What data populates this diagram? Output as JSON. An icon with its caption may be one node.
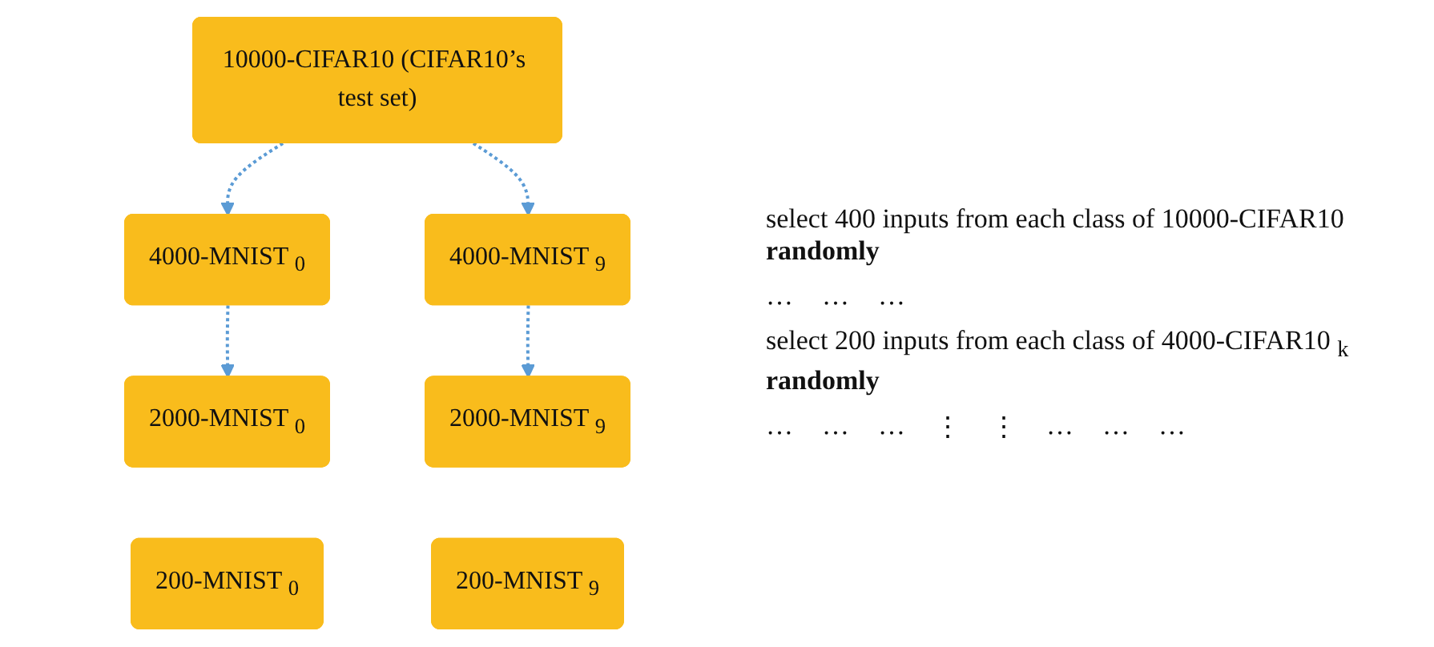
{
  "diagram": {
    "nodes": [
      {
        "text": [
          "10000-CIFAR10 (CIFAR10’s test set)"
        ]
      },
      {
        "text": [
          "4000-MNIST $_{0}$"
        ]
      },
      {
        "text": [
          "4000-MNIST $_{9}$"
        ]
      },
      {
        "text": [
          "2000-MNIST $_{0}$"
        ]
      },
      {
        "text": [
          "2000-MNIST $_{9}$"
        ]
      },
      {
        "text": [
          "200-MNIST $_{0}$"
        ]
      },
      {
        "text": [
          "200-MNIST $_{9}$"
        ]
      }
    ],
    "edges": [
      {
        "from": 0,
        "to": 1,
        "arrow": "to",
        "style": "dashed"
      },
      {
        "from": 0,
        "to": 2,
        "arrow": "to",
        "style": "dashed"
      },
      {
        "from": 1,
        "to": 3,
        "arrow": "to",
        "style": "dashed"
      },
      {
        "from": 2,
        "to": 4,
        "arrow": "to",
        "style": "dashed"
      }
    ],
    "labels": [
      "select 400 inputs from each class of 10000-CIFAR10 **randomly**",
      "…",
      "…",
      "…",
      "select 200 inputs from each class of 4000-CIFAR10 $_{k}$ **randomly**",
      "…",
      "…",
      "…",
      "⋮",
      "⋮",
      "…",
      "…",
      "…"
    ]
  }
}
